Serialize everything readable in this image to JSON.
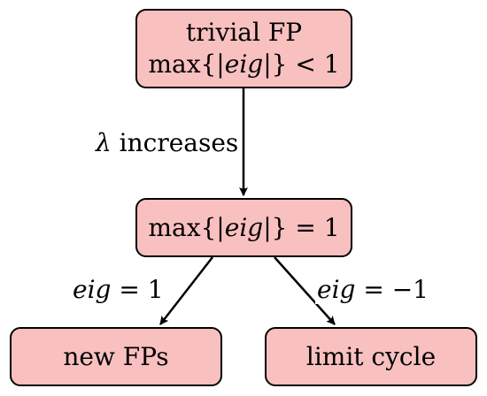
{
  "nodes": {
    "top": {
      "line1": "trivial FP",
      "line2": "max{|eig|} < 1"
    },
    "middle": {
      "line1": "max{|eig|} = 1"
    },
    "left": {
      "line1": "new FPs"
    },
    "right": {
      "line1": "limit cycle"
    }
  },
  "edges": {
    "top_to_middle": "λ increases",
    "middle_to_left": "eig = 1",
    "middle_to_right": "eig = −1"
  }
}
